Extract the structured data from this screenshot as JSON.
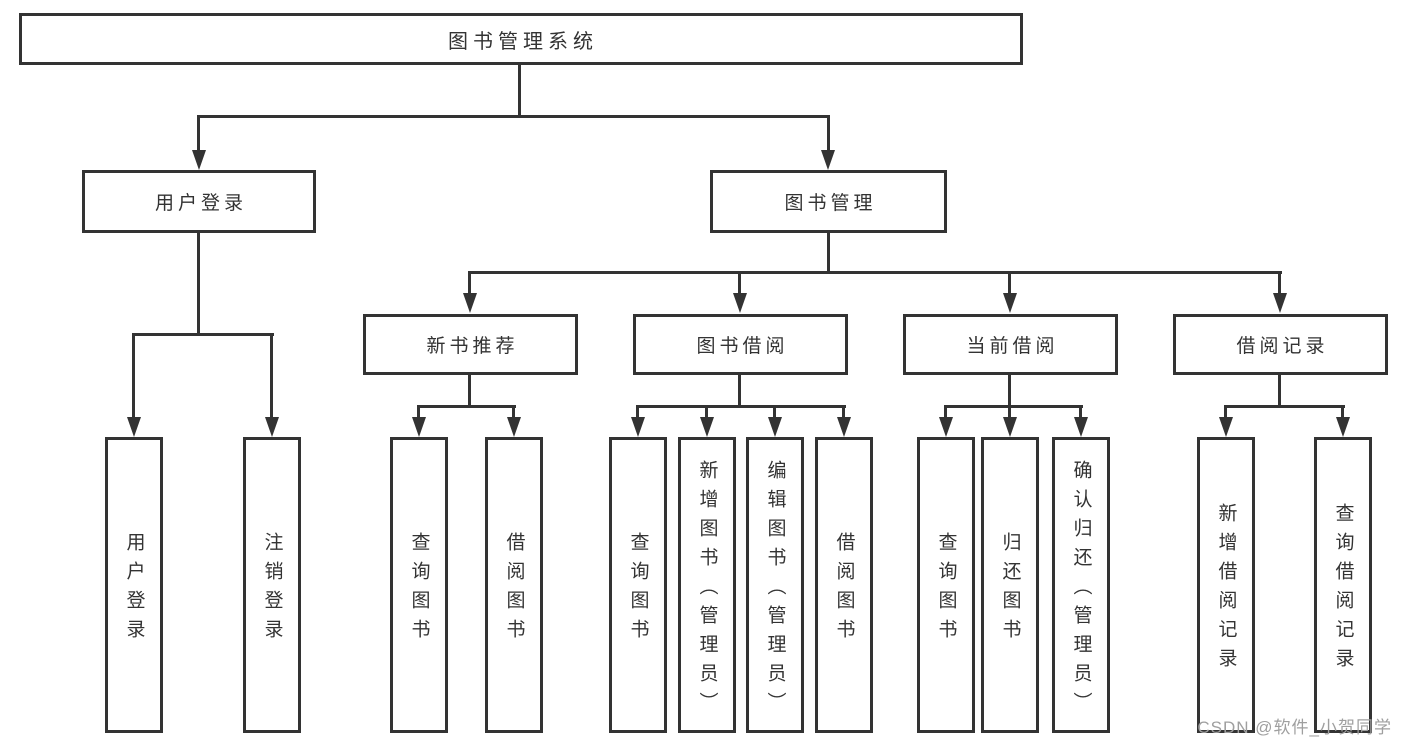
{
  "colors": {
    "line": "#333333",
    "box_border": "#333333",
    "text": "#333333",
    "background": "#ffffff",
    "watermark": "#9f9f9f"
  },
  "watermark": {
    "text": "CSDN @软件_小贺同学"
  },
  "diagram": {
    "root": {
      "label": "图书管理系统"
    },
    "branches": [
      {
        "label": "用户登录",
        "children": [
          {
            "label": "用户登录"
          },
          {
            "label": "注销登录"
          }
        ]
      },
      {
        "label": "图书管理",
        "groups": [
          {
            "label": "新书推荐",
            "children": [
              {
                "label": "查询图书"
              },
              {
                "label": "借阅图书"
              }
            ]
          },
          {
            "label": "图书借阅",
            "children": [
              {
                "label": "查询图书"
              },
              {
                "label": "新增图书（管理员）"
              },
              {
                "label": "编辑图书（管理员）"
              },
              {
                "label": "借阅图书"
              }
            ]
          },
          {
            "label": "当前借阅",
            "children": [
              {
                "label": "查询图书"
              },
              {
                "label": "归还图书"
              },
              {
                "label": "确认归还（管理员）"
              }
            ]
          },
          {
            "label": "借阅记录",
            "children": [
              {
                "label": "新增借阅记录"
              },
              {
                "label": "查询借阅记录"
              }
            ]
          }
        ]
      }
    ]
  }
}
